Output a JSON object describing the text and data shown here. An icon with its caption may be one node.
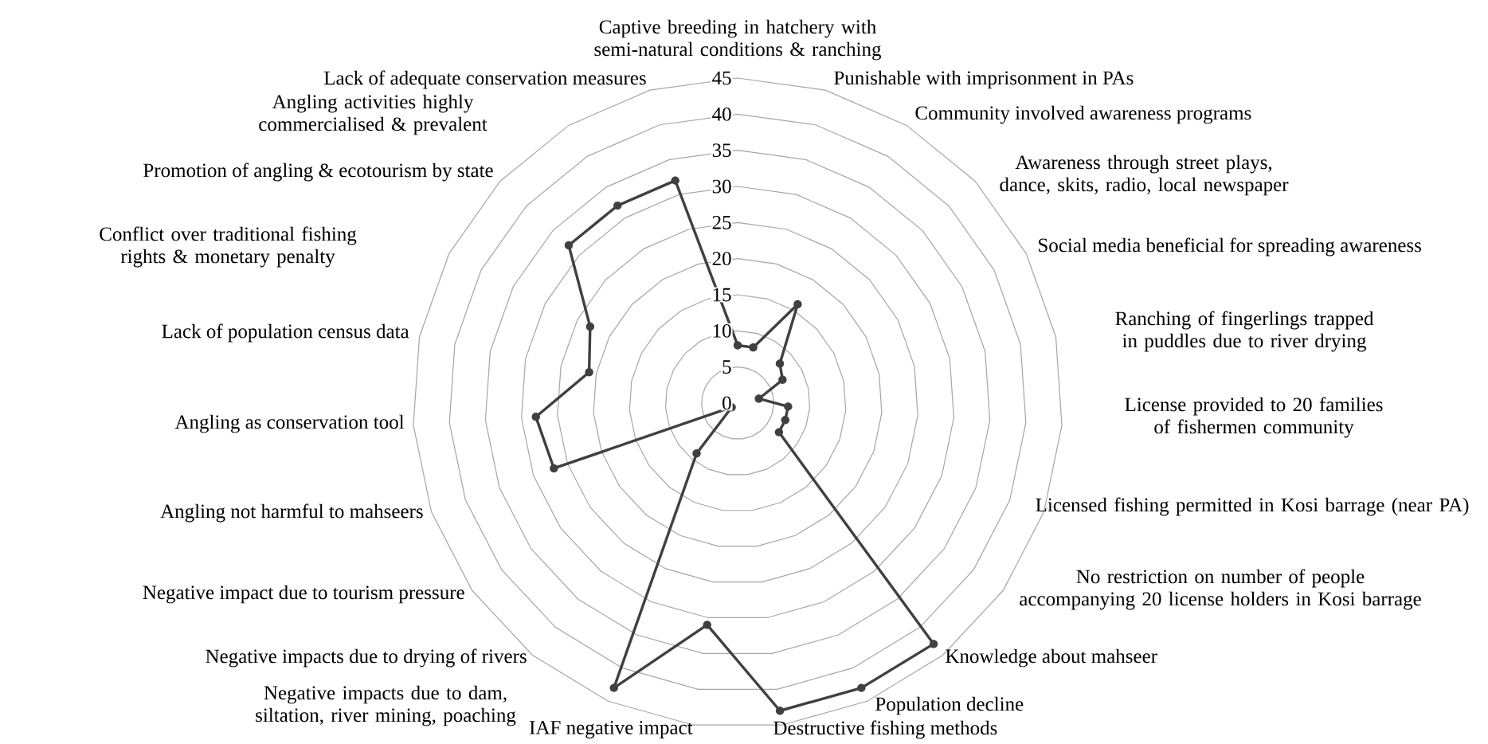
{
  "diagram": {
    "labels": [
      "Captive breeding in hatchery with semi-natural conditions & ranching",
      "Punishable with imprisonment in PAs",
      "Community involved awareness programs",
      "Awareness through street plays, dance, skits, radio, local newspaper",
      "Social media beneficial for spreading awareness",
      "Ranching of fingerlings trapped in puddles due to river drying",
      "License provided to 20 families of fishermen community",
      "Licensed fishing permitted in Kosi barrage (near PA)",
      "No restriction on number of people accompanying 20 license holders in Kosi barrage",
      "Knowledge about mahseer",
      "Population decline",
      "Destructive fishing methods",
      "IAF negative impact",
      "Negative impacts due to dam, siltation, river mining, poaching",
      "Negative impacts due to drying of rivers",
      "Negative impact due to tourism pressure",
      "Angling not harmful to mahseers",
      "Angling as conservation tool",
      "Lack of population census data",
      "Conflict over traditional fishing rights & monetary penalty",
      "Promotion of angling & ecotourism by state",
      "Angling activities highly commercialised & prevalent",
      "Lack of adequate conservation measures",
      "45",
      "40",
      "35",
      "30",
      "25",
      "20",
      "15",
      "10",
      "5",
      "0"
    ]
  }
}
